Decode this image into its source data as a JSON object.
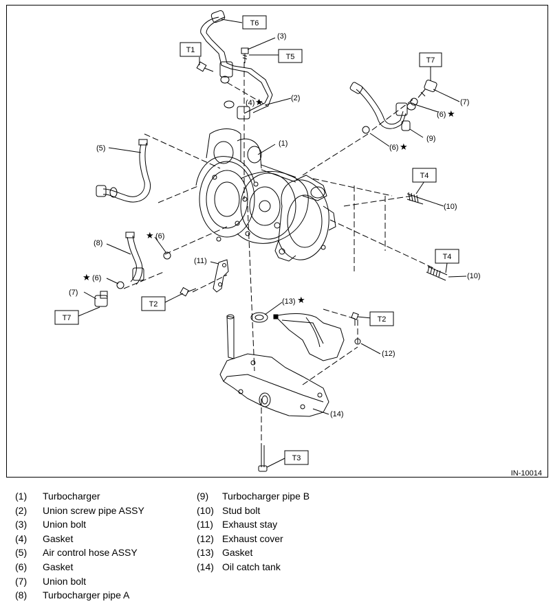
{
  "figure_id": "IN-10014",
  "callouts": {
    "p1": "(1)",
    "p2": "(2)",
    "p3": "(3)",
    "p4": "(4)",
    "p5": "(5)",
    "p6a": "(6)",
    "p6b": "(6)",
    "p6c": "(6)",
    "p6d": "(6)",
    "p7a": "(7)",
    "p7b": "(7)",
    "p8": "(8)",
    "p9": "(9)",
    "p10a": "(10)",
    "p10b": "(10)",
    "p11": "(11)",
    "p12": "(12)",
    "p13": "(13)",
    "p14": "(14)"
  },
  "star": "★",
  "torque_boxes": {
    "t1": "T1",
    "t2a": "T2",
    "t2b": "T2",
    "t3": "T3",
    "t4a": "T4",
    "t4b": "T4",
    "t5": "T5",
    "t6": "T6",
    "t7a": "T7",
    "t7b": "T7"
  },
  "legend": [
    {
      "num": "(1)",
      "name": "Turbocharger"
    },
    {
      "num": "(2)",
      "name": "Union screw pipe ASSY"
    },
    {
      "num": "(3)",
      "name": "Union bolt"
    },
    {
      "num": "(4)",
      "name": "Gasket"
    },
    {
      "num": "(5)",
      "name": "Air control hose ASSY"
    },
    {
      "num": "(6)",
      "name": "Gasket"
    },
    {
      "num": "(7)",
      "name": "Union bolt"
    },
    {
      "num": "(8)",
      "name": "Turbocharger pipe A"
    },
    {
      "num": "(9)",
      "name": "Turbocharger pipe B"
    },
    {
      "num": "(10)",
      "name": "Stud bolt"
    },
    {
      "num": "(11)",
      "name": "Exhaust stay"
    },
    {
      "num": "(12)",
      "name": "Exhaust cover"
    },
    {
      "num": "(13)",
      "name": "Gasket"
    },
    {
      "num": "(14)",
      "name": "Oil catch tank"
    }
  ]
}
